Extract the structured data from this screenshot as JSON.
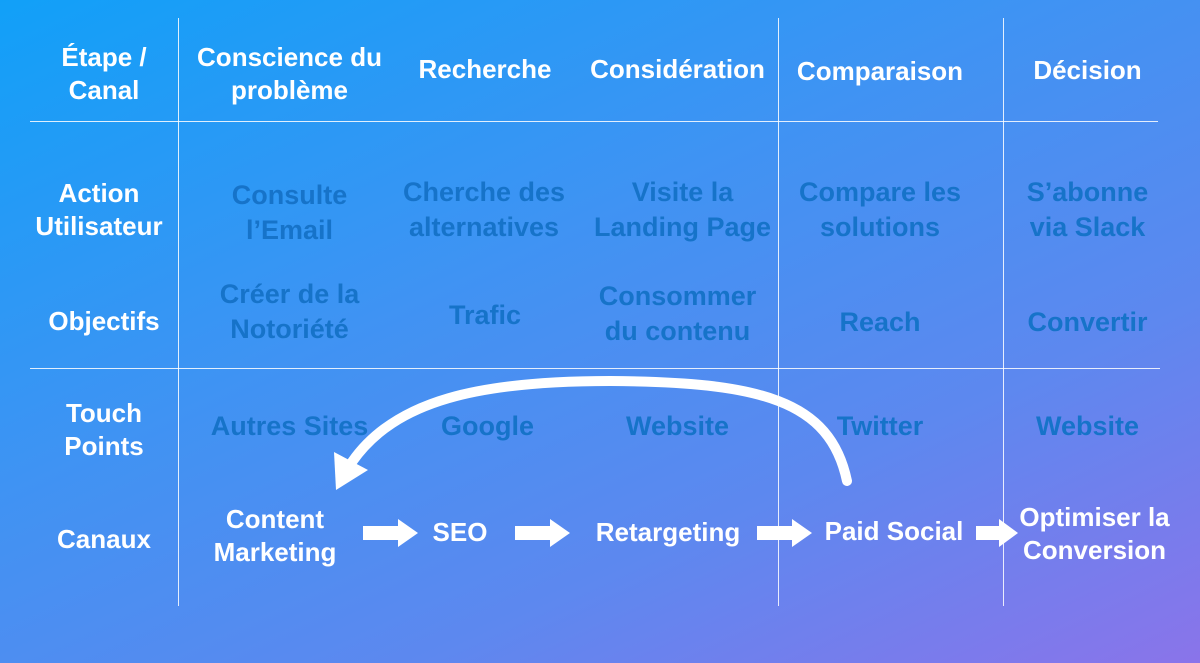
{
  "header": {
    "corner": "Étape /\nCanal",
    "stages": [
      "Conscience du\nproblème",
      "Recherche",
      "Considération",
      "Comparaison",
      "Décision"
    ]
  },
  "rows": {
    "action": {
      "label": "Action\nUtilisateur",
      "values": [
        "Consulte\nl’Email",
        "Cherche des\nalternatives",
        "Visite la\nLanding Page",
        "Compare les\nsolutions",
        "S’abonne\nvia Slack"
      ]
    },
    "objectifs": {
      "label": "Objectifs",
      "values": [
        "Créer de la\nNotoriété",
        "Trafic",
        "Consommer\ndu contenu",
        "Reach",
        "Convertir"
      ]
    },
    "touchpoints": {
      "label": "Touch\nPoints",
      "values": [
        "Autres Sites",
        "Google",
        "Website",
        "Twitter",
        "Website"
      ]
    },
    "canaux": {
      "label": "Canaux",
      "values": [
        "Content\nMarketing",
        "SEO",
        "Retargeting",
        "Paid Social",
        "Optimiser la\nConversion"
      ]
    }
  },
  "colors": {
    "text_white": "#ffffff",
    "text_blue": "#1673c9",
    "bg_start": "#11a0f8",
    "bg_end": "#8a74ea"
  }
}
